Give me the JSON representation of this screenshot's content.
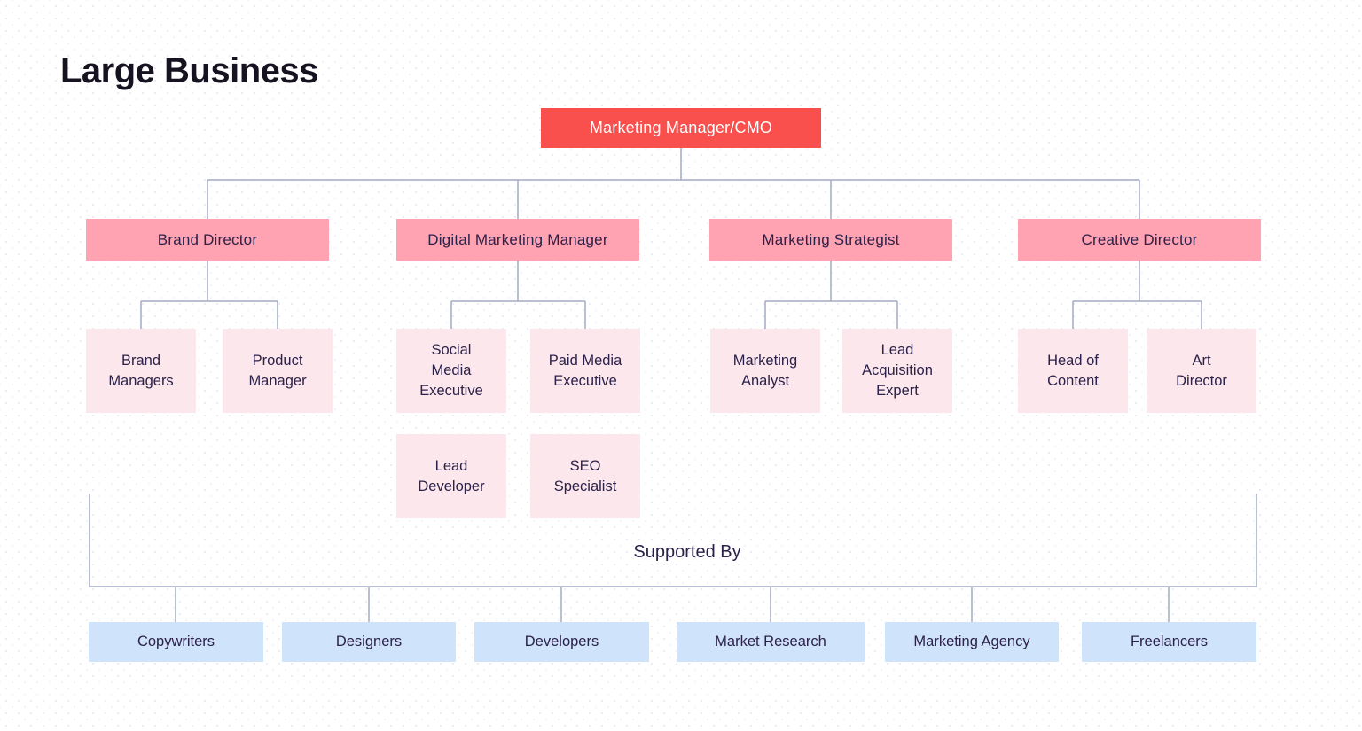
{
  "title": "Large Business",
  "colors": {
    "root_box": "#F9504D",
    "root_text": "#FFFFFF",
    "branch_box": "#FFA2B2",
    "leaf_box": "#FCE7EC",
    "support_box": "#CFE3FA",
    "connector_line": "#A3AAC2",
    "text_dark": "#2B2149",
    "background": "#FFFFFF"
  },
  "root": {
    "label": "Marketing Manager/CMO"
  },
  "branches": [
    {
      "label": "Brand Director",
      "children": [
        "Brand\nManagers",
        "Product\nManager"
      ]
    },
    {
      "label": "Digital Marketing Manager",
      "children": [
        "Social\nMedia\nExecutive",
        "Paid Media\nExecutive"
      ],
      "children_row2": [
        "Lead\nDeveloper",
        "SEO\nSpecialist"
      ]
    },
    {
      "label": "Marketing Strategist",
      "children": [
        "Marketing\nAnalyst",
        "Lead\nAcquisition\nExpert"
      ]
    },
    {
      "label": "Creative Director",
      "children": [
        "Head of\nContent",
        "Art\nDirector"
      ]
    }
  ],
  "supported_by": {
    "label": "Supported By",
    "items": [
      "Copywriters",
      "Designers",
      "Developers",
      "Market Research",
      "Marketing Agency",
      "Freelancers"
    ]
  }
}
